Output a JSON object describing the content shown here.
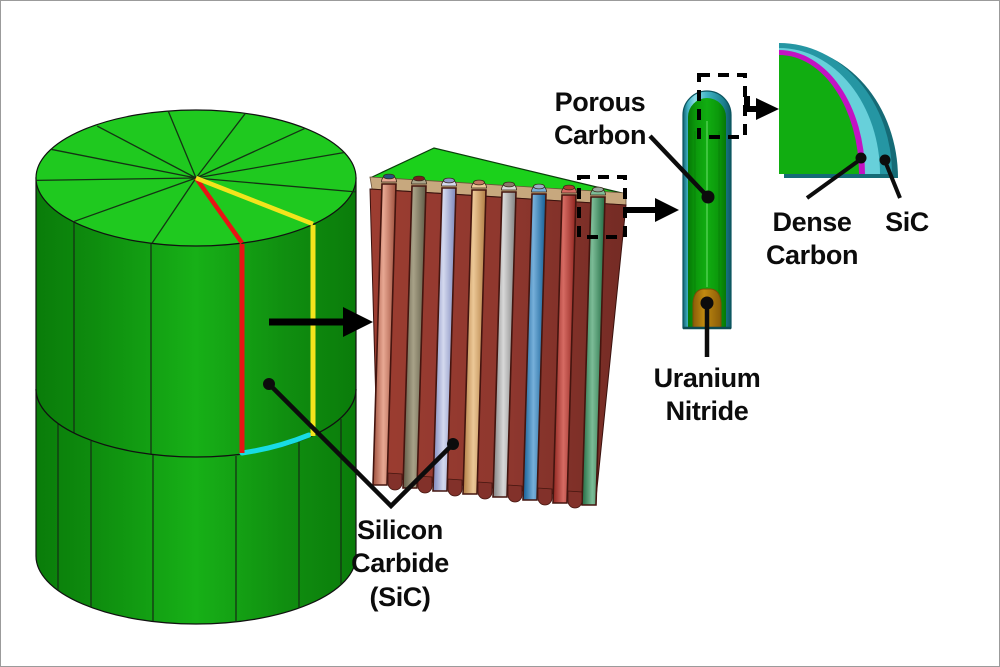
{
  "figure": {
    "type": "cutaway-diagram",
    "subject": "Nuclear fuel element: SiC matrix cylinder, fuel rod wedge, single coated fuel rod and rod cross-section",
    "labels": {
      "porous_carbon": "Porous\nCarbon",
      "uranium_nitride": "Uranium\nNitride",
      "silicon_carbide": "Silicon\nCarbide\n(SiC)",
      "dense_carbon": "Dense\nCarbon",
      "sic": "SiC"
    },
    "colors": {
      "matrix-green-top": "#1fc91f",
      "wedge-green-top": "#1bd11b",
      "wedge-face-maroon": "#8e372e",
      "wedge-band-tan": "#c7a87e",
      "rod-sic-teal": "#3fb3c4",
      "rod-core-green": "#11ad11",
      "uranium-nitride-orange": "#bc860f",
      "dense-carbon-magenta": "#c312c3",
      "detail-sic-dark-teal": "#2596a3",
      "detail-sic-light-teal": "#67d0da",
      "highlight-red": "#e81414",
      "highlight-yellow": "#f2e41c",
      "highlight-cyan": "#18dce4",
      "annotation-black": "#0c0c0c"
    }
  }
}
